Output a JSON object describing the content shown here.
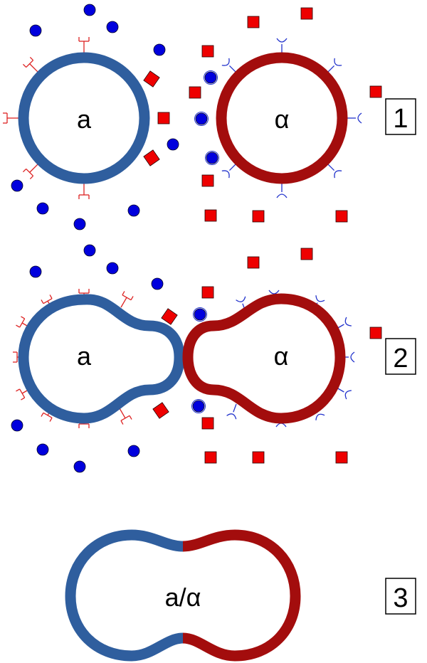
{
  "colors": {
    "a_cell": "#2f5e9e",
    "alpha_cell": "#a30d0d",
    "a_factor": "#0000dd",
    "alpha_factor": "#ee0000",
    "receptor_a": "#dd2222",
    "receptor_alpha": "#2233cc",
    "label_border": "#000000"
  },
  "labels": {
    "a": "a",
    "alpha": "α",
    "fused": "a/α"
  },
  "steps": [
    "1",
    "2",
    "3"
  ]
}
